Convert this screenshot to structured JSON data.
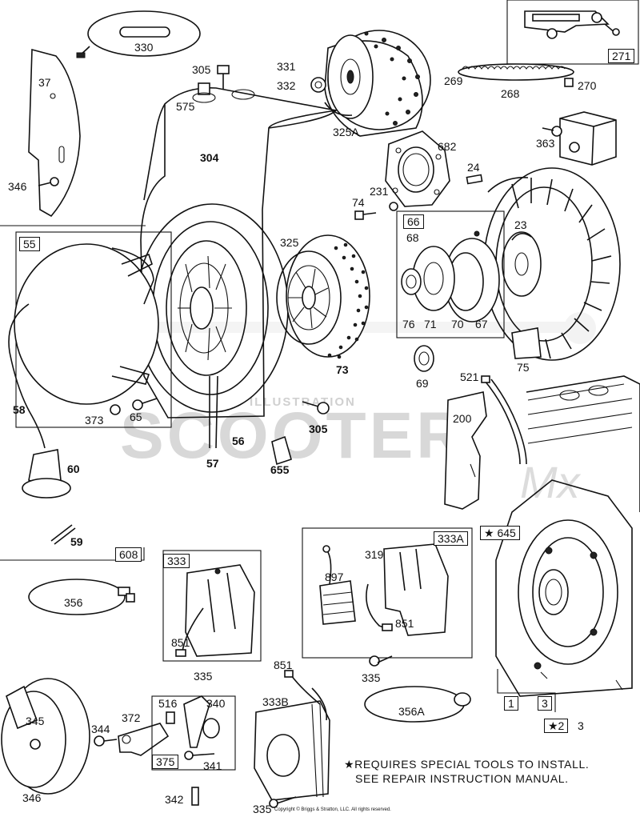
{
  "watermark": {
    "main": "SCOOTER",
    "sub": "ILLUSTRATION",
    "script": "Mx"
  },
  "callouts": {
    "c330": "330",
    "c305a": "305",
    "c37": "37",
    "c575": "575",
    "c331": "331",
    "c332": "332",
    "c325A": "325A",
    "c271": "271",
    "c269": "269",
    "c268": "268",
    "c270": "270",
    "c304": "304",
    "c346a": "346",
    "c363": "363",
    "c682": "682",
    "c24": "24",
    "c231": "231",
    "c74": "74",
    "c55": "55",
    "c325": "325",
    "c66": "66",
    "c68": "68",
    "c23": "23",
    "c76": "76",
    "c71": "71",
    "c70": "70",
    "c67": "67",
    "c73": "73",
    "c75": "75",
    "c69": "69",
    "c521": "521",
    "c58": "58",
    "c373": "373",
    "c65": "65",
    "c56": "56",
    "c305b": "305",
    "c200": "200",
    "c57": "57",
    "c655": "655",
    "c60": "60",
    "c59": "59",
    "c608": "608",
    "c645": "★ 645",
    "c333A": "333A",
    "c333": "333",
    "c319": "319",
    "c897": "897",
    "c356": "356",
    "c851a": "851",
    "c851b": "851",
    "c335a": "335",
    "c851c": "851",
    "c335b": "335",
    "c356A": "356A",
    "c1": "1",
    "c3a": "3",
    "c2": "★2",
    "c3b": "3",
    "c345": "345",
    "c372": "372",
    "c516": "516",
    "c340": "340",
    "c344": "344",
    "c333B": "333B",
    "c375": "375",
    "c341": "341",
    "c346b": "346",
    "c342": "342",
    "c335c": "335"
  },
  "note": {
    "line1": "★REQUIRES SPECIAL TOOLS TO INSTALL.",
    "line2": "SEE REPAIR INSTRUCTION MANUAL."
  },
  "copyright": "Copyright © Briggs & Stratton, LLC. All rights reserved."
}
